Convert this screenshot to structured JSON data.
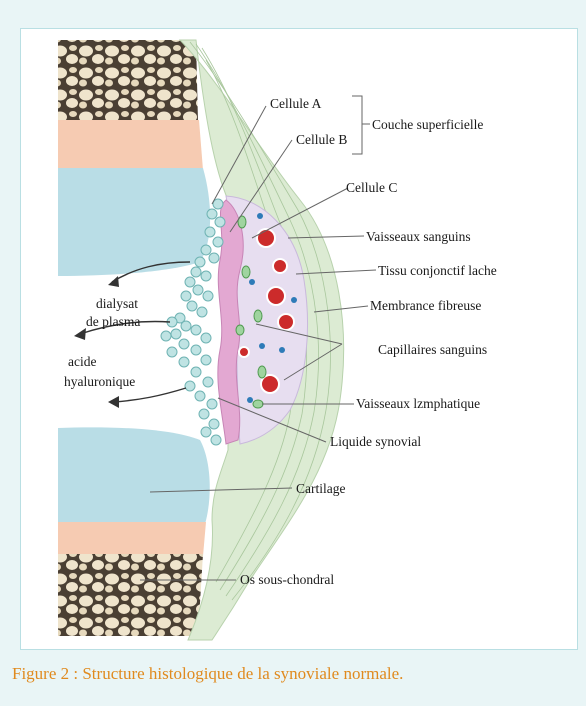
{
  "labels": {
    "cellule_a": "Cellule A",
    "cellule_b": "Cellule B",
    "couche": "Couche superficielle",
    "cellule_c": "Cellule C",
    "vaisseaux_sanguins": "Vaisseaux sanguins",
    "tissu": "Tissu conjonctif lache",
    "membrane": "Membrance fibreuse",
    "capillaires": "Capillaires sanguins",
    "vaisseaux_lymph": "Vaisseaux lzmphatique",
    "liquide": "Liquide synovial",
    "cartilage": "Cartilage",
    "os": "Os sous-chondral",
    "dialysat_1": "dialysat",
    "dialysat_2": "de plasma",
    "acide_1": "acide",
    "acide_2": "hyaluronique"
  },
  "caption": "Figure 2 : Structure histologique de la synoviale normale.",
  "colors": {
    "cartilage": "#b9dde6",
    "band": "#f6cbb2",
    "bone": "#e8dcc3",
    "membrane": "#dcebd3",
    "tissue": "#e7def0",
    "cellB": "#e3a8d2",
    "cellA": "#bfe3e3",
    "vessel": "#cc2b2b",
    "lymph": "#9fd49f",
    "caption": "#e08a1e"
  }
}
